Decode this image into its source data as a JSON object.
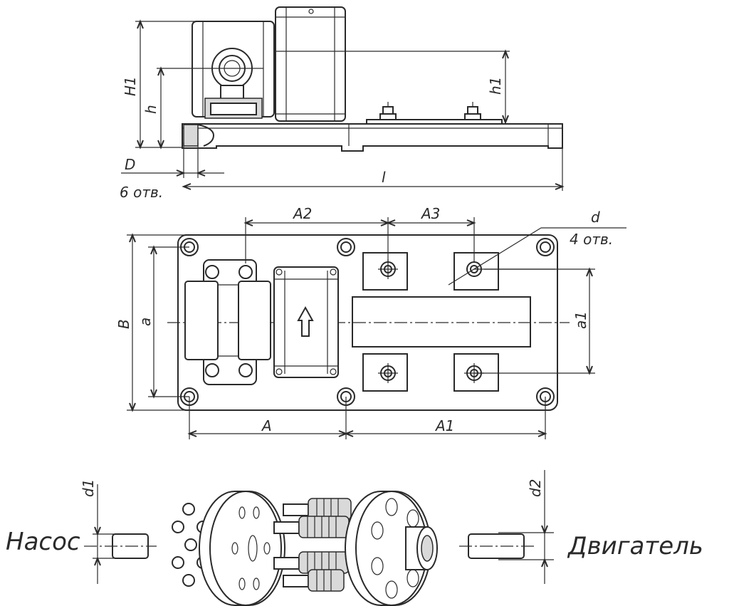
{
  "labels": {
    "H1": "H1",
    "h": "h",
    "h1": "h1",
    "D": "D",
    "holes6": "6 отв.",
    "l": "l",
    "A2": "A2",
    "A3": "A3",
    "d": "d",
    "holes4": "4 отв.",
    "B": "B",
    "a": "a",
    "a1": "a1",
    "A": "A",
    "A1": "A1",
    "d1": "d1",
    "d2": "d2",
    "pump": "Насос",
    "motor": "Двигатель"
  }
}
